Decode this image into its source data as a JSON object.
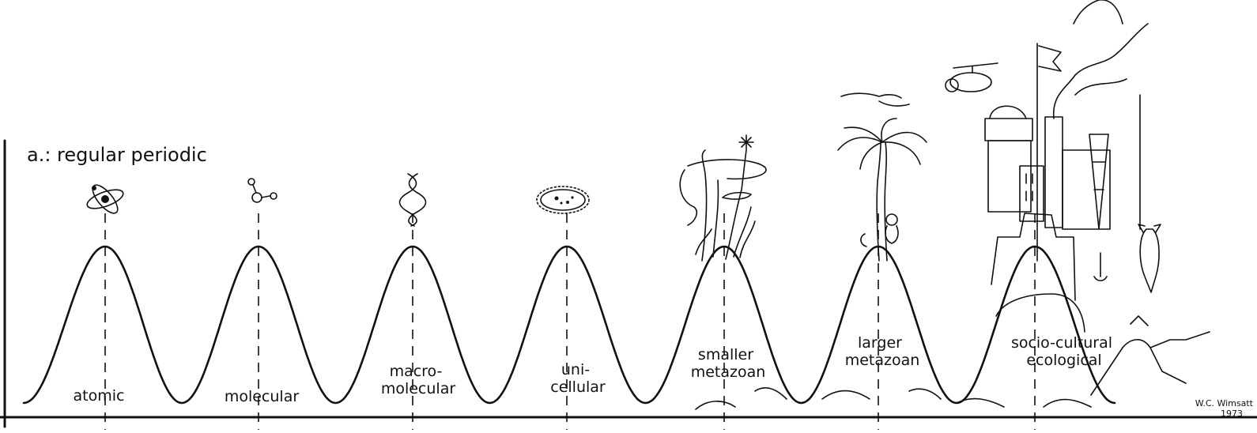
{
  "panel_label": "a.: regular periodic",
  "peaks": [
    {
      "lines": [
        "atomic"
      ],
      "icon": "atom-icon"
    },
    {
      "lines": [
        "molecular"
      ],
      "icon": "molecule-icon"
    },
    {
      "lines": [
        "macro-",
        "molecular"
      ],
      "icon": "helix-icon"
    },
    {
      "lines": [
        "uni-",
        "cellular"
      ],
      "icon": "cell-icon"
    },
    {
      "lines": [
        "smaller",
        "metazoan"
      ],
      "icon": "plant-icon"
    },
    {
      "lines": [
        "larger",
        "metazoan"
      ],
      "icon": "palm-tree-icon"
    },
    {
      "lines": [
        "socio-cultural",
        "ecological"
      ],
      "icon": "city-icon"
    }
  ],
  "signature": {
    "name": "W.C. Wimsatt",
    "year": "1973"
  }
}
